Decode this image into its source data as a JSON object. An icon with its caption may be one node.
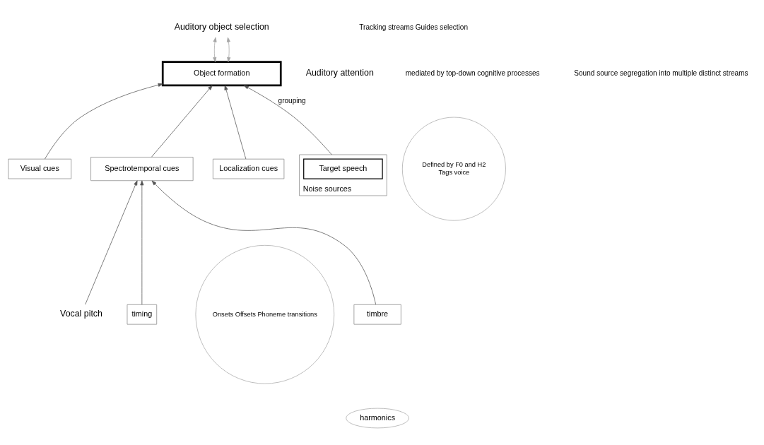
{
  "diagram": {
    "nodes": [
      {
        "text": [
          "Auditory object selection"
        ]
      },
      {
        "text": [
          "Object formation"
        ]
      },
      {
        "text": [
          "Visual cues"
        ]
      },
      {
        "text": [
          "Spectrotemporal cues"
        ]
      },
      {
        "text": [
          "Localization cues"
        ]
      },
      {
        "text": [
          "Noise sources"
        ]
      },
      {
        "text": [
          "Target speech"
        ],
        "in": 5
      },
      {
        "text": [
          "Vocal pitch"
        ]
      },
      {
        "text": [
          "Defined by F0 and H2",
          "Tags voice"
        ]
      },
      {
        "text": [
          "timing"
        ]
      },
      {
        "text": [
          "Onsets Offsets Phoneme transitions"
        ]
      },
      {
        "text": [
          "timbre"
        ]
      },
      {
        "text": [
          "harmonics"
        ]
      }
    ],
    "edges": [
      {
        "from": 1,
        "to": 0,
        "arrow": "both",
        "color": "#a6a6a6"
      },
      {
        "from": 1,
        "to": 0,
        "arrow": "both",
        "color": "#a6a6a6"
      },
      {
        "from": 2,
        "to": 1,
        "arrow": "to"
      },
      {
        "from": 3,
        "to": 1,
        "arrow": "to"
      },
      {
        "from": 4,
        "to": 1,
        "arrow": "to"
      },
      {
        "from": 5,
        "to": 1,
        "arrow": "to",
        "label": "grouping"
      },
      {
        "from": 7,
        "to": 3,
        "arrow": "to"
      },
      {
        "from": 9,
        "to": 3,
        "arrow": "to"
      },
      {
        "from": 11,
        "to": 3,
        "arrow": "to"
      }
    ],
    "labels": [
      "Auditory attention",
      "Tracking streams Guides selection",
      "mediated by top-down cognitive processes",
      "Sound source segregation into multiple distinct streams"
    ]
  }
}
